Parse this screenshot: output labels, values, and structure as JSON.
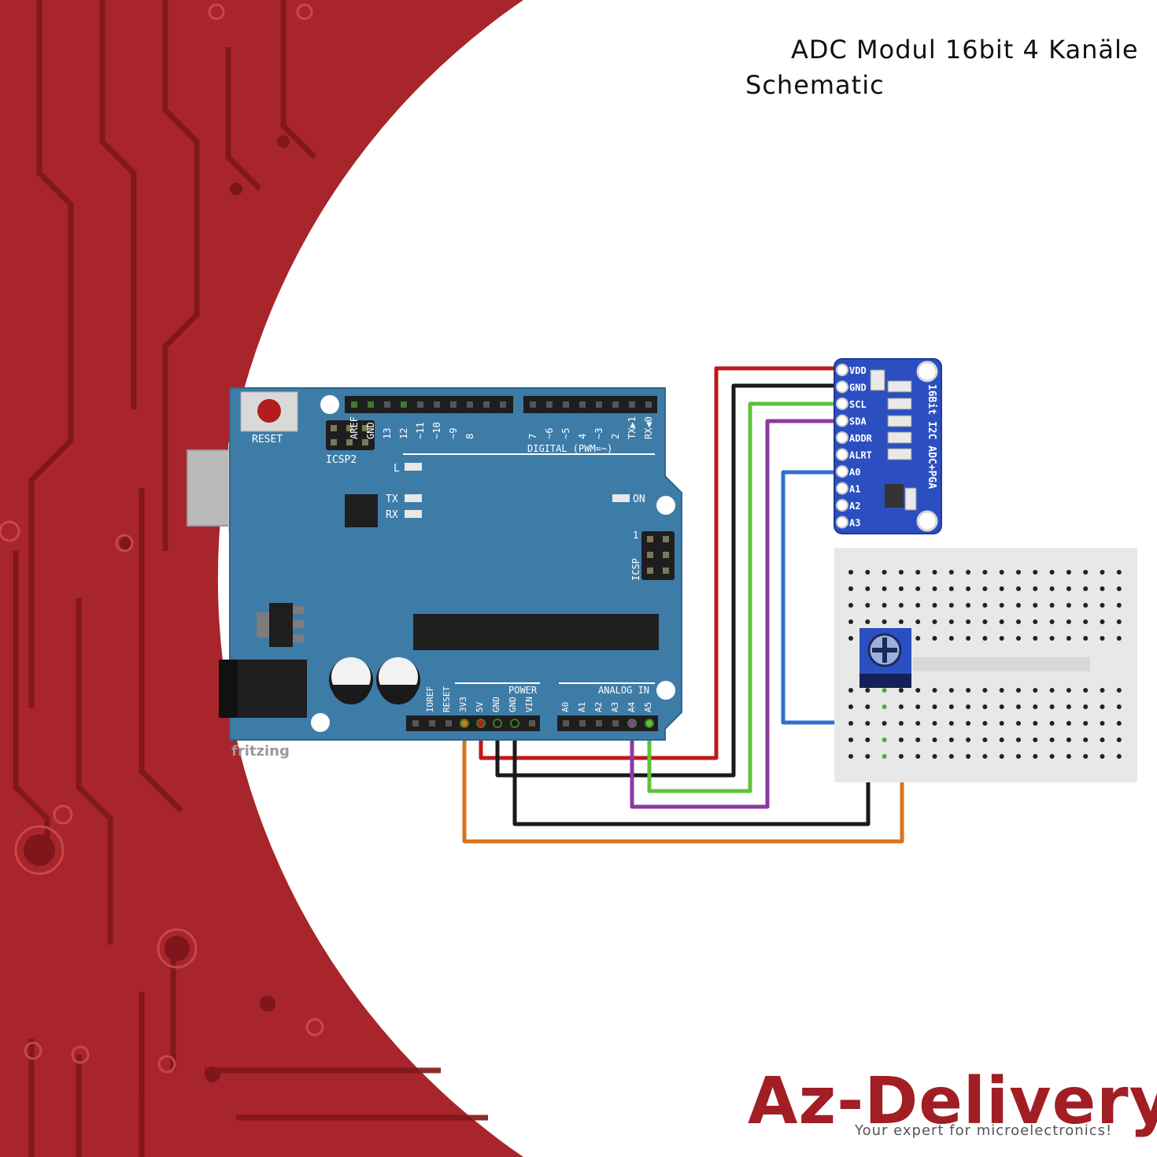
{
  "title": {
    "line1": "ADC Modul 16bit 4 Kanäle",
    "line2": "Schematic"
  },
  "brand": {
    "logo": "Az-Delivery",
    "tagline": "Your expert for microelectronics!"
  },
  "fritzing_label": "fritzing",
  "arduino": {
    "reset_label": "RESET",
    "icsp2_label": "ICSP2",
    "icsp_label": "ICSP",
    "icsp_pin1": "1",
    "led_l": "L",
    "led_tx": "TX",
    "led_rx": "RX",
    "led_on": "ON",
    "digital_label": "DIGITAL (PWM=~)",
    "digital_pins": [
      "AREF",
      "GND",
      "13",
      "12",
      "~11",
      "~10",
      "~9",
      "8",
      "7",
      "~6",
      "~5",
      "4",
      "~3",
      "2",
      "TX▶1",
      "RX◀0"
    ],
    "power_label": "POWER",
    "power_pins": [
      "IOREF",
      "RESET",
      "3V3",
      "5V",
      "GND",
      "GND",
      "VIN"
    ],
    "analog_label": "ANALOG IN",
    "analog_pins": [
      "A0",
      "A1",
      "A2",
      "A3",
      "A4",
      "A5"
    ]
  },
  "adc_module": {
    "pins": [
      "VDD",
      "GND",
      "SCL",
      "SDA",
      "ADDR",
      "ALRT",
      "A0",
      "A1",
      "A2",
      "A3"
    ],
    "side_label": "16Bit I2C ADC+PGA"
  },
  "wire_colors": {
    "red": "#c0181b",
    "black": "#1a1a1a",
    "green": "#5fc23a",
    "purple": "#8b3aa0",
    "blue": "#2f6fd0",
    "orange": "#d8731f"
  },
  "colors": {
    "brand_red": "#a11e24",
    "board_blue": "#3e7ca8",
    "module_blue": "#2b4fc0"
  }
}
